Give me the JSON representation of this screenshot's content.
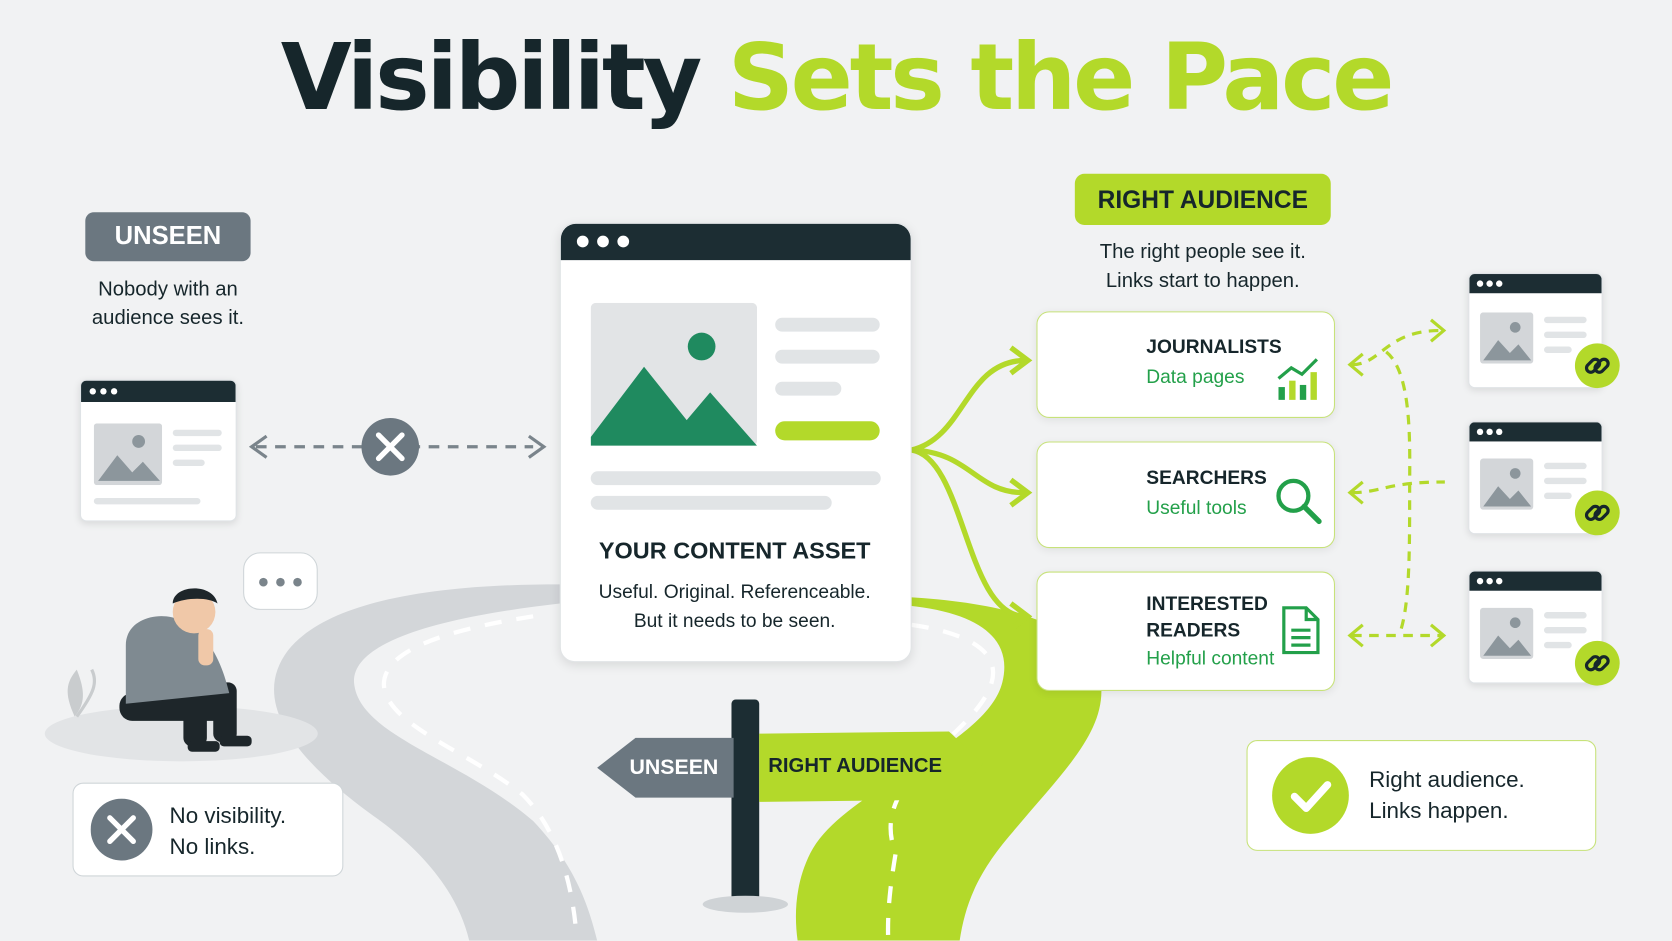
{
  "title": {
    "part1": "Visibility",
    "part2": "Sets the Pace"
  },
  "unseen": {
    "badge": "UNSEEN",
    "desc_line1": "Nobody with an",
    "desc_line2": "audience sees it.",
    "status_line1": "No visibility.",
    "status_line2": "No links."
  },
  "asset": {
    "heading": "YOUR CONTENT ASSET",
    "line1": "Useful. Original. Referenceable.",
    "line2": "But it needs to be seen."
  },
  "right": {
    "badge": "RIGHT AUDIENCE",
    "desc_line1": "The right people see it.",
    "desc_line2": "Links start to happen.",
    "status_line1": "Right audience.",
    "status_line2": "Links happen."
  },
  "audiences": [
    {
      "name": "JOURNALISTS",
      "sub": "Data pages",
      "icon": "bar-chart-icon"
    },
    {
      "name": "SEARCHERS",
      "sub": "Useful tools",
      "icon": "magnifier-icon"
    },
    {
      "name_line1": "INTERESTED",
      "name_line2": "READERS",
      "sub": "Helpful content",
      "icon": "document-icon"
    }
  ],
  "signpost": {
    "left": "UNSEEN",
    "right": "RIGHT AUDIENCE"
  },
  "colors": {
    "dark": "#16262b",
    "lime": "#b3d92a",
    "gray": "#6b7780",
    "green": "#23a04a",
    "mountain": "#1f8a5f"
  }
}
